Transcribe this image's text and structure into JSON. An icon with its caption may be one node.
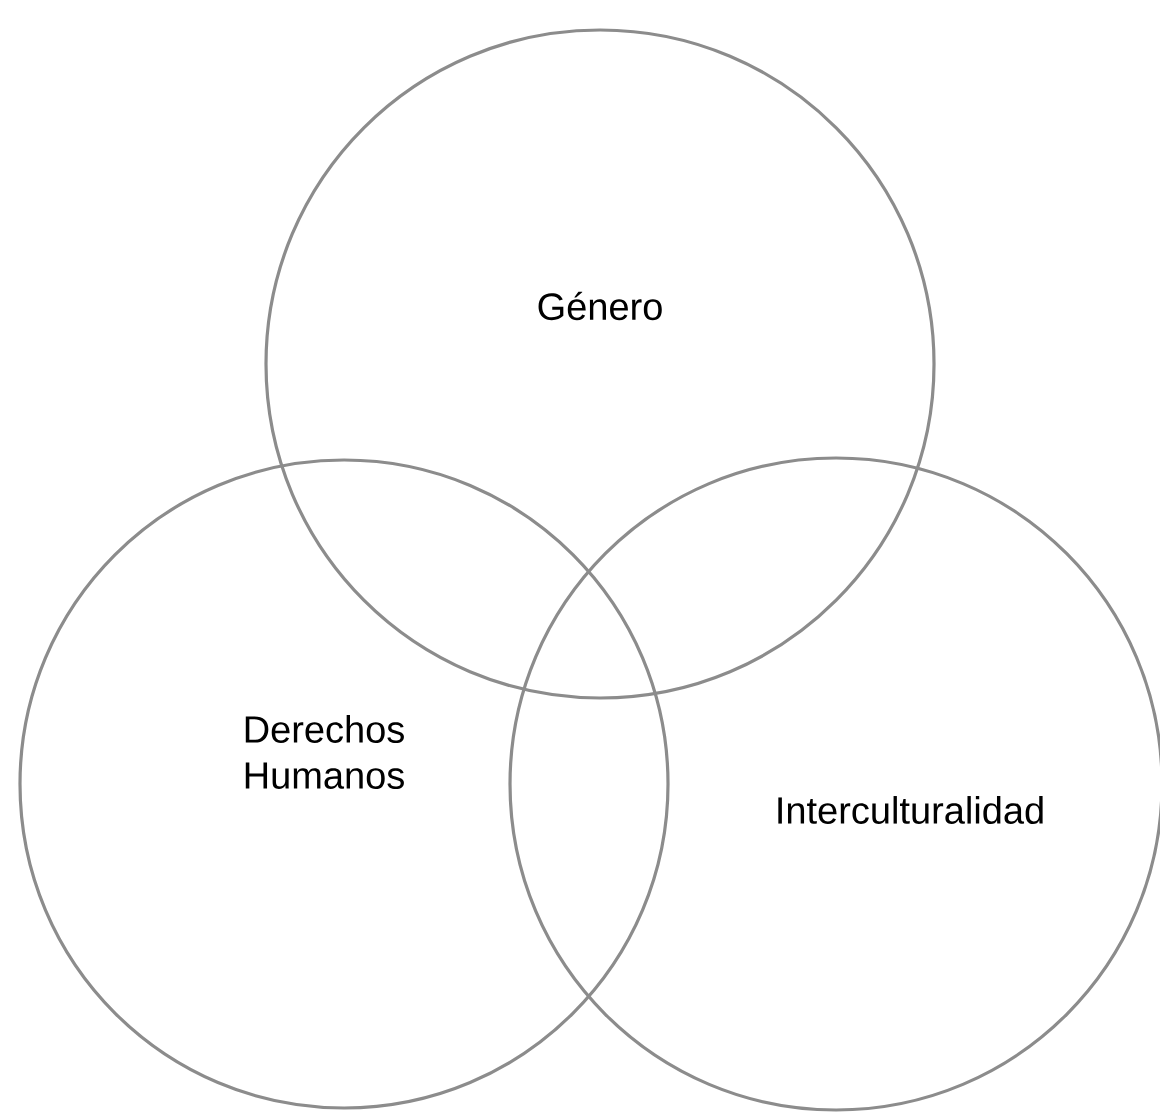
{
  "diagram": {
    "nodes": [
      {
        "text": [
          "Género"
        ]
      },
      {
        "text": [
          "Derechos Humanos"
        ]
      },
      {
        "text": [
          "Interculturalidad"
        ]
      }
    ]
  }
}
